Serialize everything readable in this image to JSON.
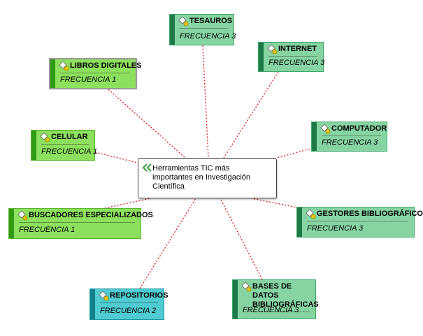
{
  "diagram": {
    "central": {
      "title": "Herramientas TIC más importantes en Investigación Científica"
    },
    "nodes": [
      {
        "id": "tesauros",
        "label": "TESAUROS",
        "frequency": "FRECUENCIA 3"
      },
      {
        "id": "internet",
        "label": "INTERNET",
        "frequency": "FRECUENCIA 3"
      },
      {
        "id": "libros-digitales",
        "label": "LIBROS DIGITALES",
        "frequency": "FRECUENCIA 1"
      },
      {
        "id": "computador",
        "label": "COMPUTADOR",
        "frequency": "FRECUENCIA 3"
      },
      {
        "id": "celular",
        "label": "CELULAR",
        "frequency": "FRECUENCIA 1"
      },
      {
        "id": "buscadores",
        "label": "BUSCADORES ESPECIALIZADOS",
        "frequency": "FRECUENCIA 1"
      },
      {
        "id": "gestores",
        "label": "GESTORES BIBLIOGRÁFICOS",
        "frequency": "FRECUENCIA 3"
      },
      {
        "id": "repositorios",
        "label": "REPOSITORIOS",
        "frequency": "FRECUENCIA 2"
      },
      {
        "id": "bases-datos",
        "label": "BASES DE DATOS BIBLIOGRÁFICAS",
        "frequency": "FRECUENCIA 3"
      }
    ]
  },
  "colors": {
    "frequency_1": "#8de05e",
    "frequency_2": "#4fcbd1",
    "frequency_3": "#87d4a3",
    "connector": "#e02020"
  },
  "icons": {
    "central": "double-chevron-icon",
    "node": "diamond-note-icon"
  }
}
